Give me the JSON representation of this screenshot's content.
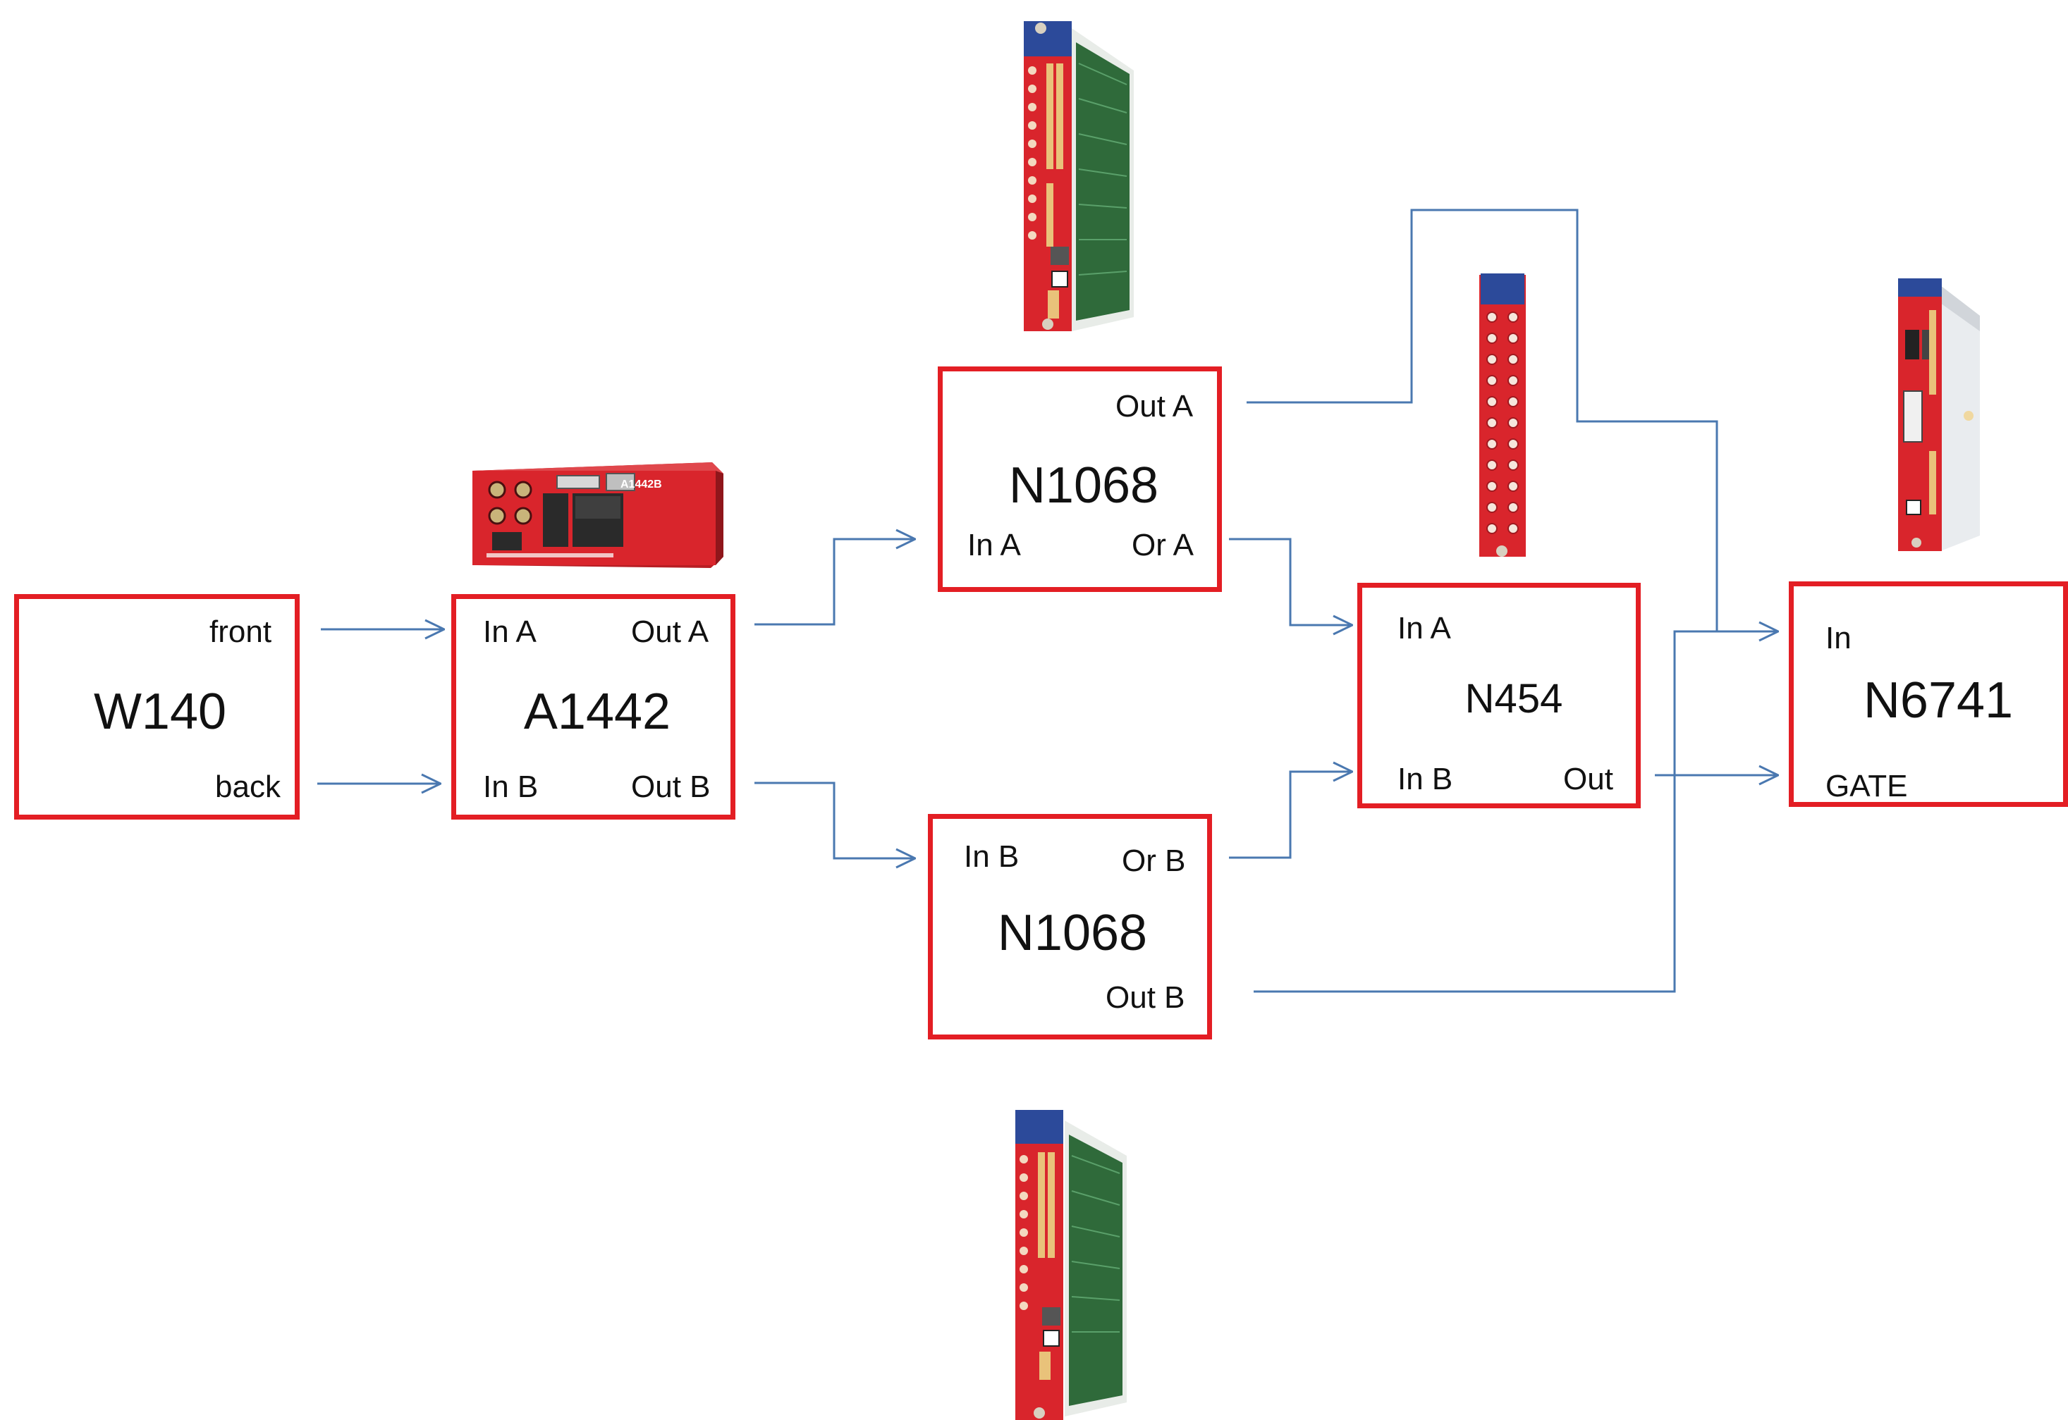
{
  "colors": {
    "box_border": "#e31e24",
    "wire": "#4a78b0",
    "module_red": "#d9252c",
    "module_panel": "#cfd8d0",
    "module_board": "#2f6a3a",
    "badge_blue": "#2c4a9a"
  },
  "modules": {
    "w140": {
      "name": "W140",
      "front": "front",
      "back": "back"
    },
    "a1442": {
      "name": "A1442",
      "in_a": "In A",
      "out_a": "Out A",
      "in_b": "In B",
      "out_b": "Out B"
    },
    "n1068_a": {
      "name": "N1068",
      "out_a": "Out A",
      "in_a": "In A",
      "or_a": "Or A"
    },
    "n1068_b": {
      "name": "N1068",
      "in_b": "In B",
      "or_b": "Or B",
      "out_b": "Out B"
    },
    "n454": {
      "name": "N454",
      "in_a": "In A",
      "in_b": "In B",
      "out": "Out"
    },
    "n6741": {
      "name": "N6741",
      "in": "In",
      "gate": "GATE"
    }
  },
  "photos": {
    "a1442_label": "A1442B",
    "icons": [
      "a1442-photo-icon",
      "n1068-module-photo-icon",
      "n454-module-photo-icon",
      "n6741-module-photo-icon"
    ]
  }
}
